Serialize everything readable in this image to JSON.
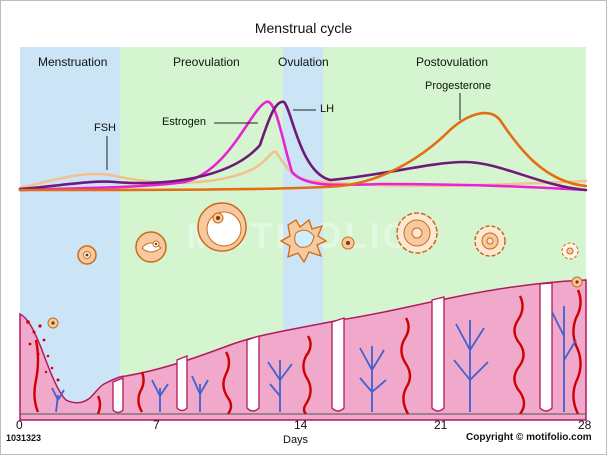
{
  "title": "Menstrual cycle",
  "phases": [
    "Menstruation",
    "Preovulation",
    "Ovulation",
    "Postovulation"
  ],
  "hormones": {
    "fsh": "FSH",
    "estrogen": "Estrogen",
    "lh": "LH",
    "progesterone": "Progesterone"
  },
  "day_ticks": [
    "0",
    "7",
    "14",
    "21",
    "28"
  ],
  "x_axis_label": "Days",
  "figure_id": "1031323",
  "copyright": "Copyright © motifolio.com",
  "watermark": "MOTIFOLIO",
  "colors": {
    "menstruation_band": "#cbe5f7",
    "green_band": "#d4f5cf",
    "fsh_curve": "#f5c08f",
    "estrogen_curve": "#ea22d6",
    "lh_curve": "#6f1a78",
    "progesterone_curve": "#e46c12",
    "endometrium": "#f0a8cb",
    "blood_vessel": "#d00000",
    "gland": "#3f62ce"
  }
}
